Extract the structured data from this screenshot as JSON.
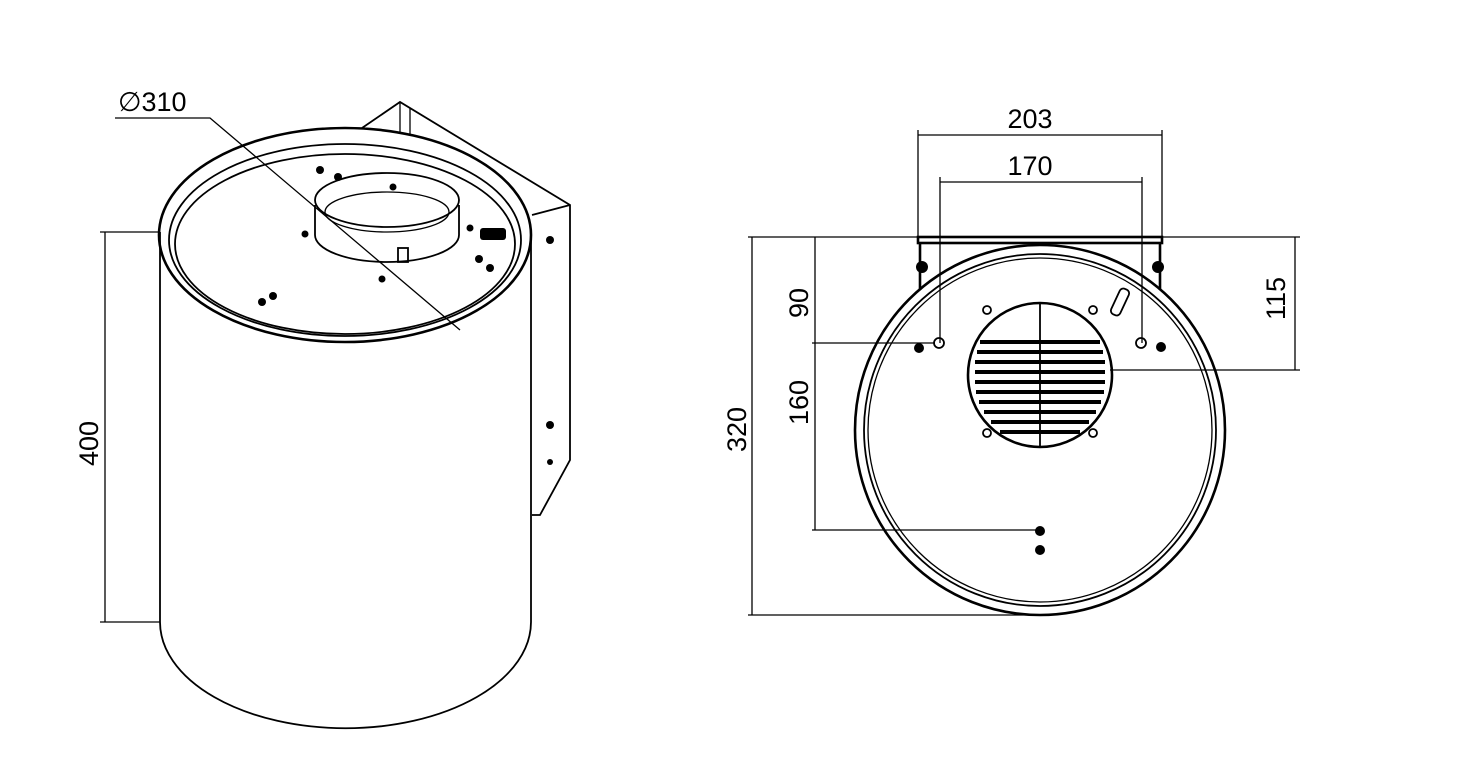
{
  "drawing": {
    "left_view": {
      "diameter_label": "∅310",
      "height_label": "400"
    },
    "right_view": {
      "width_outer_label": "203",
      "width_inner_label": "170",
      "total_height_label": "320",
      "upper_offset_label": "90",
      "lower_offset_label": "160",
      "outlet_offset_label": "115"
    },
    "line_color": "#000000",
    "background": "#ffffff"
  }
}
